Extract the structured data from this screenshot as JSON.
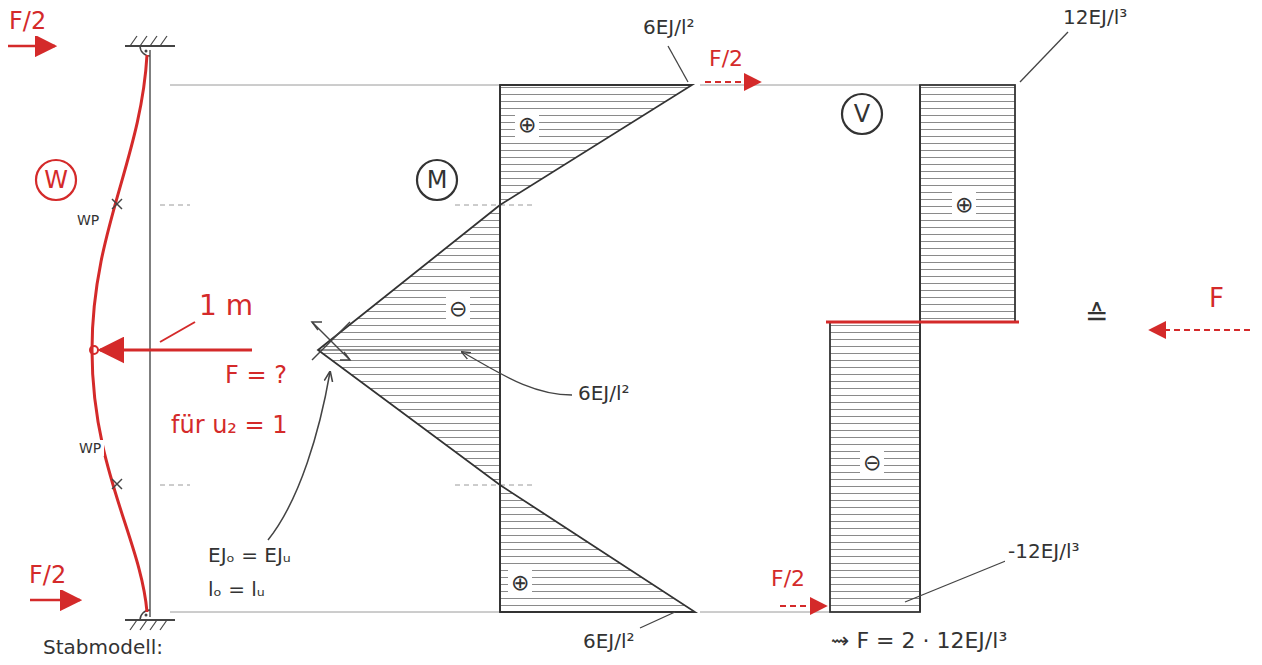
{
  "diagram": {
    "nodes": [
      {
        "text": [
          "W"
        ]
      },
      {
        "text": [
          "M"
        ]
      },
      {
        "text": [
          "V"
        ]
      }
    ],
    "labels": [
      "F/2",
      "1 m",
      "F = ?",
      "für u₂ = 1",
      "WP",
      "WP",
      "F/2",
      "EJₒ = EJᵤ",
      "lₒ = lᵤ",
      "6EJ/l²",
      "⊕",
      "⊖",
      "6EJ/l²",
      "⊕",
      "6EJ/l²",
      "F/2",
      "12EJ/l³",
      "⊕",
      "≙",
      "F",
      "⊖",
      "-12EJ/l³",
      "F/2",
      "⇝ F = 2 · 12EJ/l³",
      "Stabmodell:"
    ]
  }
}
